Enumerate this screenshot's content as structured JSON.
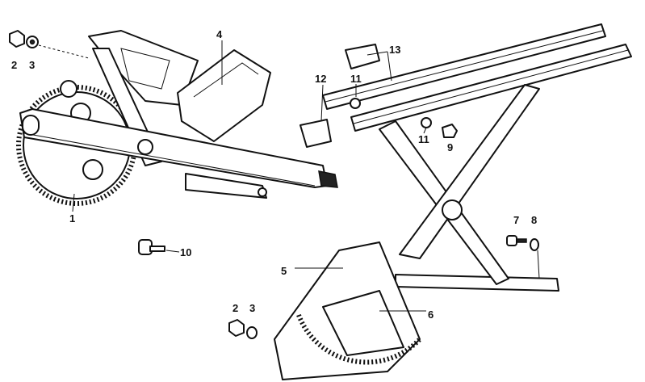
{
  "diagram": {
    "labels": [
      {
        "id": "nut-top",
        "text": "2"
      },
      {
        "id": "washer-top",
        "text": "3"
      },
      {
        "id": "motor",
        "text": "4"
      },
      {
        "id": "regulator-left",
        "text": "1"
      },
      {
        "id": "bolt",
        "text": "10"
      },
      {
        "id": "slider-left",
        "text": "12"
      },
      {
        "id": "slider-top",
        "text": "13"
      },
      {
        "id": "washer-rail-a",
        "text": "11"
      },
      {
        "id": "washer-rail-b",
        "text": "11"
      },
      {
        "id": "nut-rail",
        "text": "9"
      },
      {
        "id": "screw-right",
        "text": "7"
      },
      {
        "id": "washer-right",
        "text": "8"
      },
      {
        "id": "regulator-right",
        "text": "5"
      },
      {
        "id": "motor-right",
        "text": "6"
      },
      {
        "id": "nut-bottom",
        "text": "2"
      },
      {
        "id": "washer-bottom",
        "text": "3"
      }
    ]
  }
}
